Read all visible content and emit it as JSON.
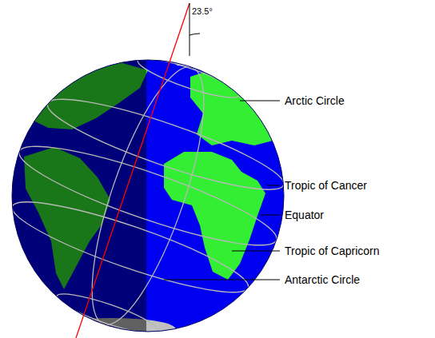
{
  "diagram": {
    "labels": [
      "23.5°",
      "Arctic Circle",
      "Tropic of Cancer",
      "Equator",
      "Tropic of Capricorn",
      "Antarctic Circle"
    ]
  }
}
